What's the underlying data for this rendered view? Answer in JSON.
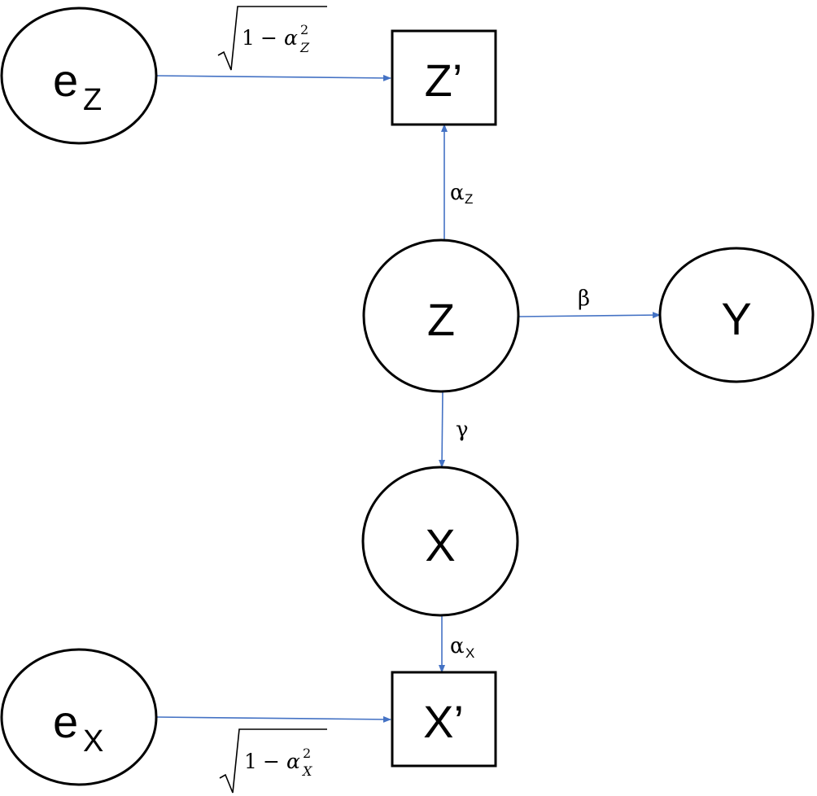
{
  "nodes": {
    "ez": {
      "main": "e",
      "sub": "Z"
    },
    "zprime": {
      "label": "Z’"
    },
    "z": {
      "label": "Z"
    },
    "y": {
      "label": "Y"
    },
    "x": {
      "label": "X"
    },
    "xprime": {
      "label": "X’"
    },
    "ex": {
      "main": "e",
      "sub": "X"
    }
  },
  "edges": {
    "ez_to_zprime": {
      "one": "1",
      "minus": "−",
      "alpha": "α",
      "exp": "2",
      "sub": "Z"
    },
    "z_to_zprime": {
      "symbol": "α",
      "sub": "Z"
    },
    "z_to_y": {
      "symbol": "β"
    },
    "z_to_x": {
      "symbol": "γ"
    },
    "x_to_xprime": {
      "symbol": "α",
      "sub": "X"
    },
    "ex_to_xprime": {
      "one": "1",
      "minus": "−",
      "alpha": "α",
      "exp": "2",
      "sub": "X"
    }
  },
  "colors": {
    "edge": "#4472c4",
    "node_stroke": "#000000"
  }
}
